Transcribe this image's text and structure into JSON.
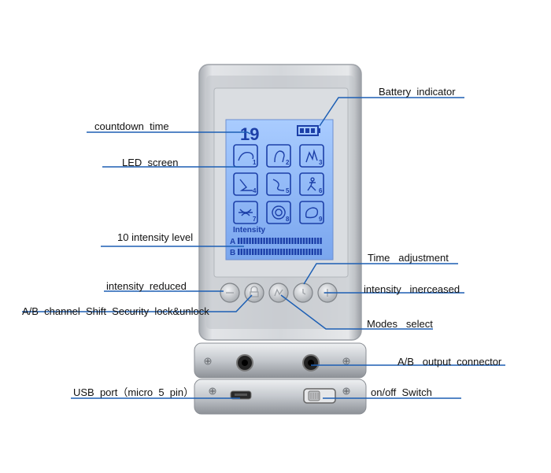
{
  "colors": {
    "callout_line": "#1d5fb4",
    "device_body": "#cfd2d6",
    "screen_blue": "#8fb8ff",
    "screen_ink": "#1c3fa8"
  },
  "screen": {
    "timer": "19",
    "intensity_label": "Intensity",
    "channel_a": "A",
    "channel_b": "B",
    "modes": [
      {
        "number": "1",
        "icon": "shoulder-icon"
      },
      {
        "number": "2",
        "icon": "neck-icon"
      },
      {
        "number": "3",
        "icon": "hand-icon"
      },
      {
        "number": "4",
        "icon": "leg-icon"
      },
      {
        "number": "5",
        "icon": "knee-icon"
      },
      {
        "number": "6",
        "icon": "walking-person-icon"
      },
      {
        "number": "7",
        "icon": "waist-icon"
      },
      {
        "number": "8",
        "icon": "circle-icon"
      },
      {
        "number": "9",
        "icon": "foot-icon"
      }
    ]
  },
  "labels": {
    "battery_indicator": "Battery  indicator",
    "countdown_time": "countdown  time",
    "led_screen": "LED  screen",
    "intensity_level": "10 intensity level",
    "time_adjustment": "Time   adjustment",
    "intensity_reduced": "intensity  reduced",
    "intensity_increased": "intensity   inerceased",
    "ab_channel_shift": "A/B  channel  Shift  Security  lock&unlock",
    "modes_select": "Modes   select",
    "ab_output": "A/B   output  connector",
    "usb_port": "USB  port（micro  5  pin）",
    "onoff_switch": "on/off  Switch"
  },
  "buttons": [
    {
      "name": "intensity-minus-button",
      "icon": "minus-icon"
    },
    {
      "name": "channel-shift-button",
      "icon": "lock-icon"
    },
    {
      "name": "mode-select-button",
      "icon": "mode-icon"
    },
    {
      "name": "time-adjust-button",
      "icon": "clock-icon"
    },
    {
      "name": "intensity-plus-button",
      "icon": "plus-icon"
    }
  ]
}
